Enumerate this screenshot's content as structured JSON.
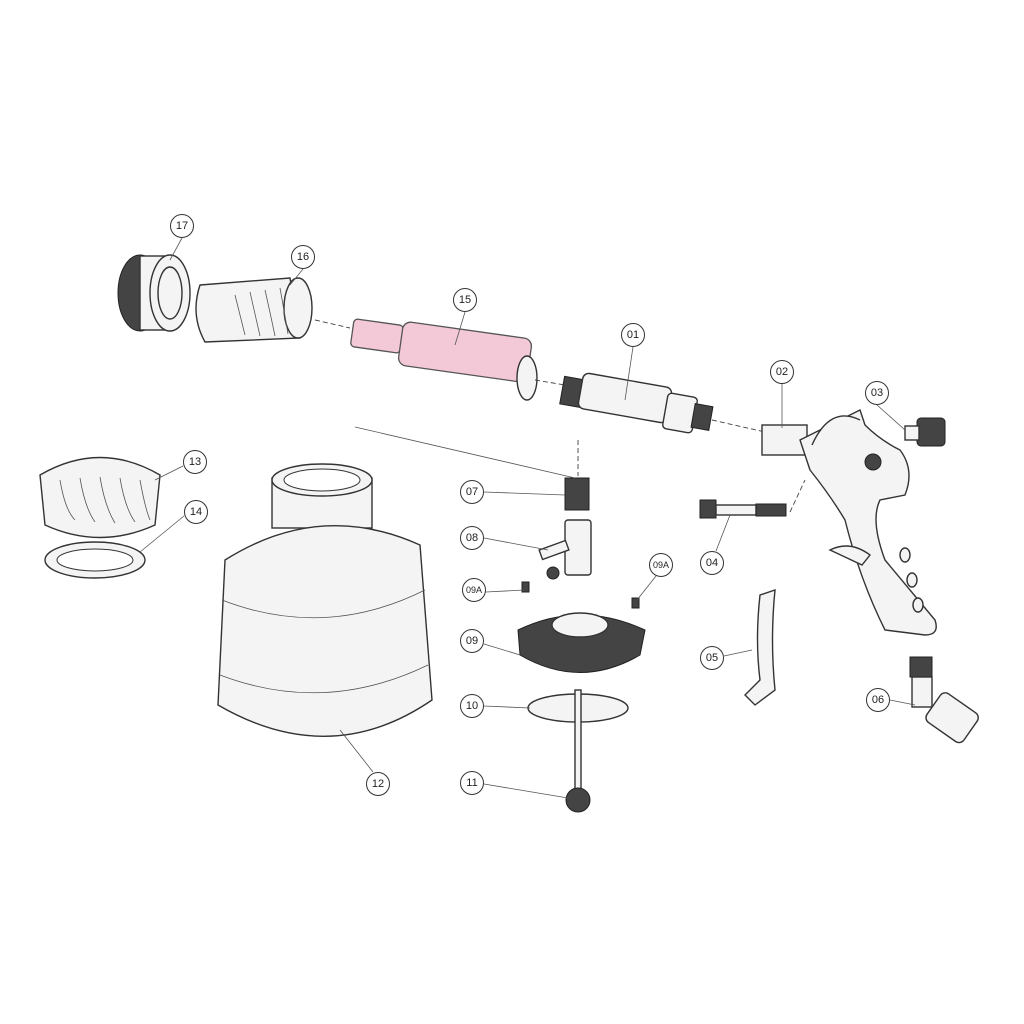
{
  "title": "Exploded parts diagram",
  "accent_color": "#f3c9d8",
  "callouts": {
    "p17": "17",
    "p16": "16",
    "p15": "15",
    "p01": "01",
    "p02": "02",
    "p03": "03",
    "p13": "13",
    "p14": "14",
    "p07": "07",
    "p08": "08",
    "p09a_left": "09A",
    "p09a_right": "09A",
    "p09": "09",
    "p10": "10",
    "p11": "11",
    "p12": "12",
    "p04": "04",
    "p05": "05",
    "p06": "06"
  }
}
